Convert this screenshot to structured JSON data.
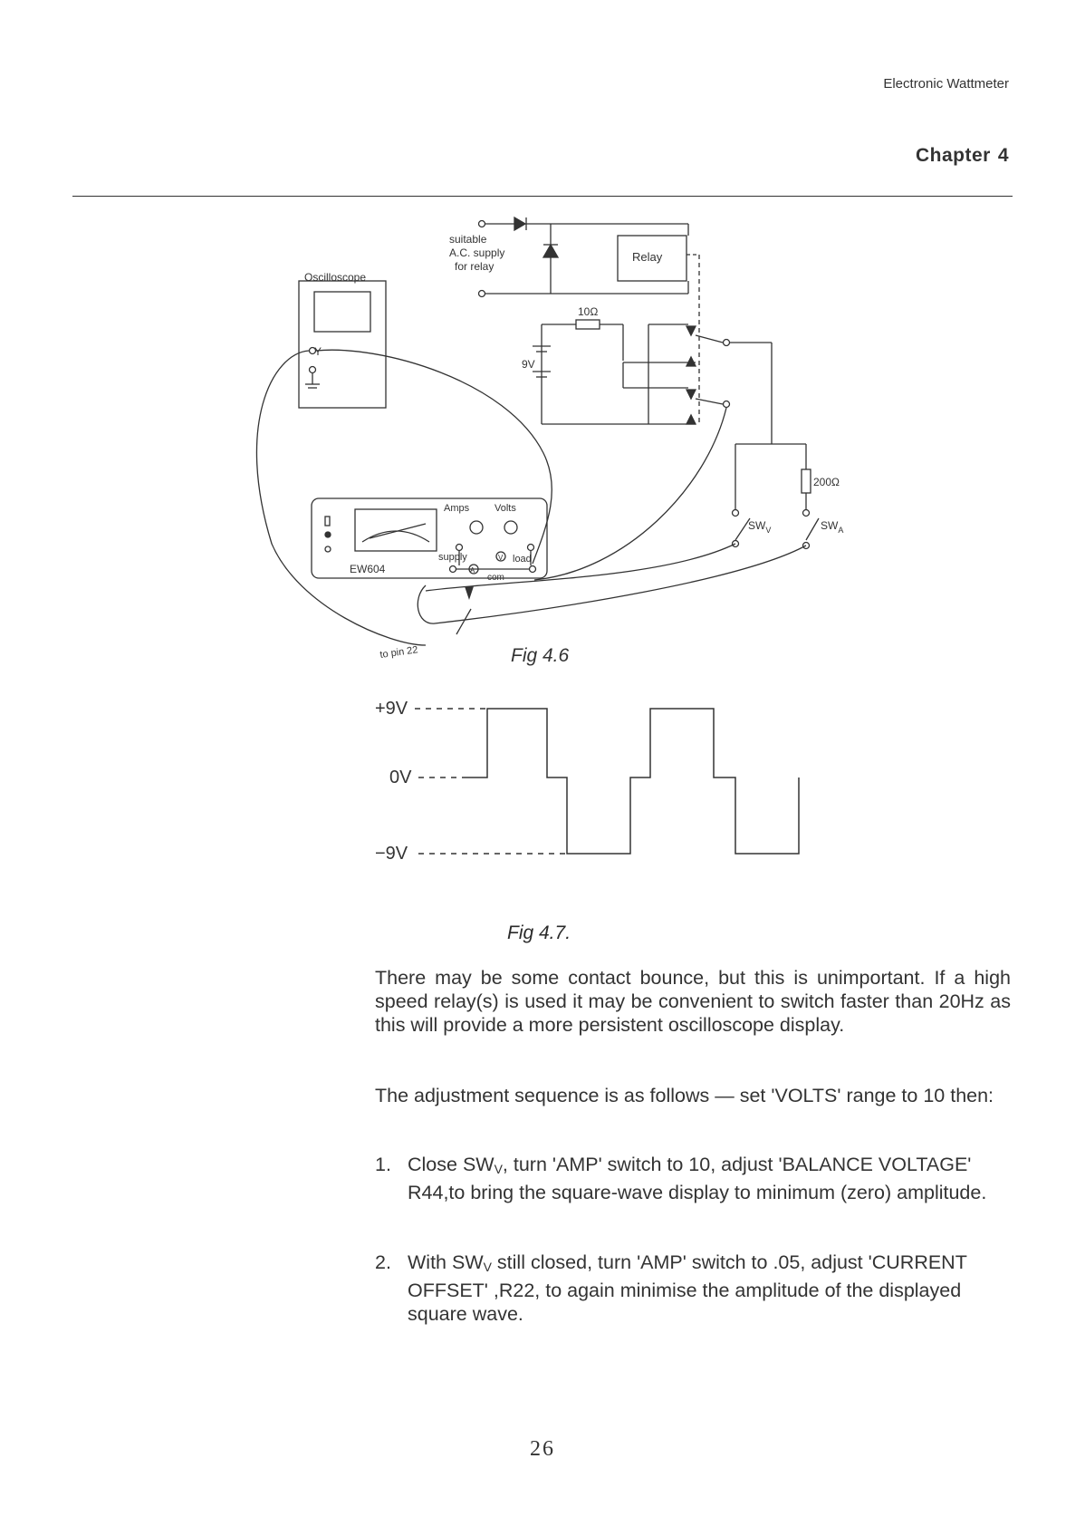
{
  "header": {
    "running_title": "Electronic Wattmeter",
    "chapter_label": "Chapter",
    "chapter_number": "4"
  },
  "fig46": {
    "supply_label_line1": "suitable",
    "supply_label_line2": "A.C. supply",
    "supply_label_line3": "for relay",
    "relay_label": "Relay",
    "oscilloscope_label": "Oscilloscope",
    "osc_input_label": "Y",
    "resistor_10_label": "10Ω",
    "battery_label": "9V",
    "resistor_200_label": "200Ω",
    "swv_label": "SW",
    "swv_sub": "V",
    "swa_label": "SW",
    "swa_sub": "A",
    "meter_model": "EW604",
    "amps_label": "Amps",
    "volts_label": "Volts",
    "supply_terminal": "supply",
    "load_terminal": "load",
    "com_terminal": "com",
    "a_terminal": "A",
    "v_terminal": "V",
    "pin_label": "to pin 22",
    "caption": "Fig 4.6"
  },
  "fig47": {
    "label_pos": "+9V",
    "label_zero": "0V",
    "label_neg": "−9V",
    "caption": "Fig 4.7."
  },
  "body": {
    "para1": "There may be some contact bounce, but this is unimportant. If a high speed relay(s) is used it may be convenient to switch faster than 20Hz as this will provide a more persistent oscilloscope display.",
    "para2": "The adjustment sequence is as follows — set 'VOLTS' range to 10 then:",
    "step1_num": "1.",
    "step1_pre": "Close SW",
    "step1_sub": "V",
    "step1_post": ", turn 'AMP' switch to 10, adjust 'BALANCE VOLTAGE' R44,to bring the square-wave display to minimum (zero) amplitude.",
    "step2_num": "2.",
    "step2_pre": "With SW",
    "step2_sub": "V",
    "step2_post": " still closed, turn 'AMP' switch to .05, adjust 'CURRENT OFFSET' ,R22, to again minimise the amplitude of the displayed square wave."
  },
  "footer": {
    "page_number": "26"
  }
}
